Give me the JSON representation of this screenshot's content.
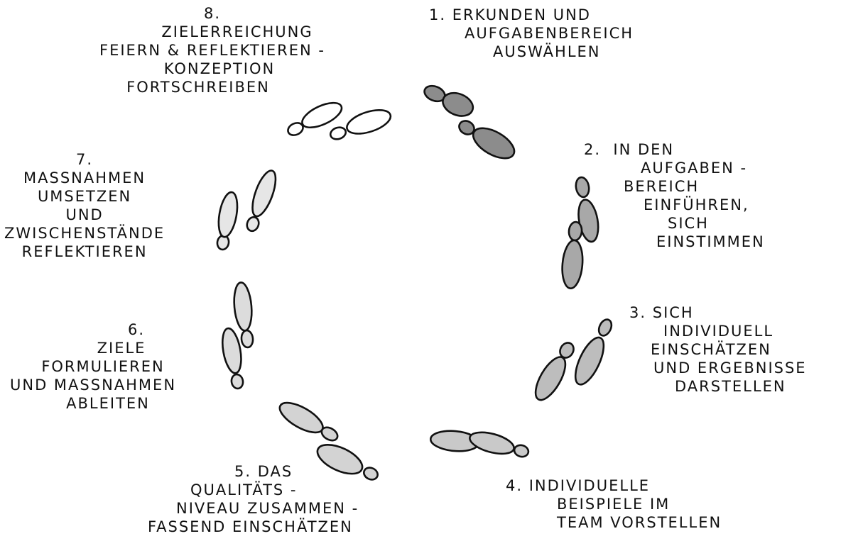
{
  "diagram": {
    "steps": [
      {
        "number": "1.",
        "lines": [
          "ERKUNDEN UND",
          "AUFGABENBEREICH",
          "AUSWÄHLEN"
        ]
      },
      {
        "number": "2.",
        "lines": [
          "IN DEN",
          "AUFGABEN -",
          "BEREICH",
          "EINFÜHREN,",
          "SICH",
          "EINSTIMMEN"
        ]
      },
      {
        "number": "3.",
        "lines": [
          "SICH",
          "INDIVIDUELL",
          "EINSCHÄTZEN",
          "UND  ERGEBNISSE",
          "DARSTELLEN"
        ]
      },
      {
        "number": "4.",
        "lines": [
          "INDIVIDUELLE",
          "BEISPIELE IM",
          "TEAM VORSTELLEN"
        ]
      },
      {
        "number": "5.",
        "lines": [
          "DAS",
          "QUALITÄTS -",
          "NIVEAU ZUSAMMEN -",
          "FASSEND  EINSCHÄTZEN"
        ]
      },
      {
        "number": "6.",
        "lines": [
          "ZIELE",
          "FORMULIEREN",
          "UND MASSNAHMEN",
          "ABLEITEN"
        ]
      },
      {
        "number": "7.",
        "lines": [
          "MASSNAHMEN",
          "UMSETZEN",
          "UND",
          "ZWISCHENSTÄNDE",
          "REFLEKTIEREN"
        ]
      },
      {
        "number": "8.",
        "lines": [
          "ZIELERREICHUNG",
          "FEIERN & REFLEKTIEREN -",
          "KONZEPTION",
          "FORTSCHREIBEN"
        ]
      }
    ],
    "footprints": [
      {
        "step": "1",
        "fill": "#8c8c8c"
      },
      {
        "step": "2",
        "fill": "#a8a8a8"
      },
      {
        "step": "3",
        "fill": "#bdbdbd"
      },
      {
        "step": "4",
        "fill": "#c9c9c9"
      },
      {
        "step": "5",
        "fill": "#d3d3d3"
      },
      {
        "step": "6",
        "fill": "#dcdcdc"
      },
      {
        "step": "7",
        "fill": "#e6e6e6"
      },
      {
        "step": "8",
        "fill": "#ffffff"
      }
    ]
  }
}
